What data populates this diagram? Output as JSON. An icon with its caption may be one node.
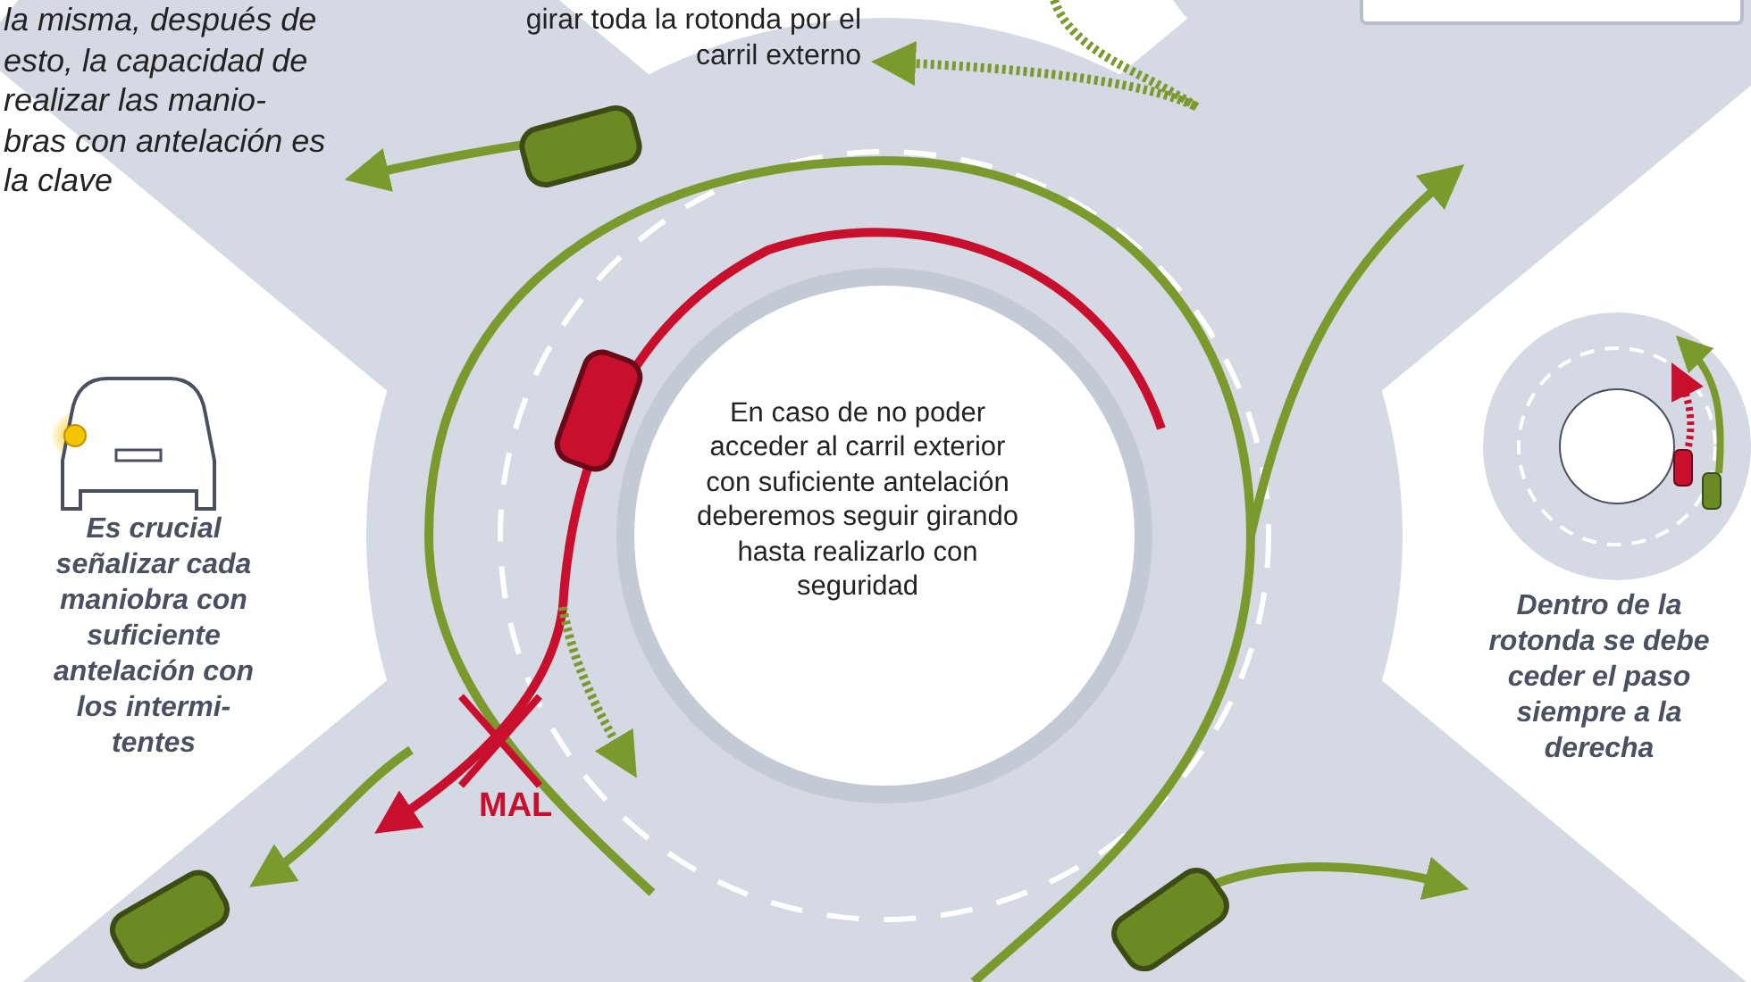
{
  "diagram": {
    "labels": [
      "la misma, después de esto, la capacidad de realizar las manio- bras con antelación es la clave",
      "girar toda la rotonda por el carril externo",
      "Es crucial señalizar cada maniobra con suficiente antelación con los intermi- tentes",
      "En caso de no poder acceder al carril exterior con suficiente antelación deberemos seguir girando hasta realizarlo con seguridad",
      "MAL",
      "Dentro de la rotonda se debe  ceder el paso siempre a la derecha"
    ]
  }
}
